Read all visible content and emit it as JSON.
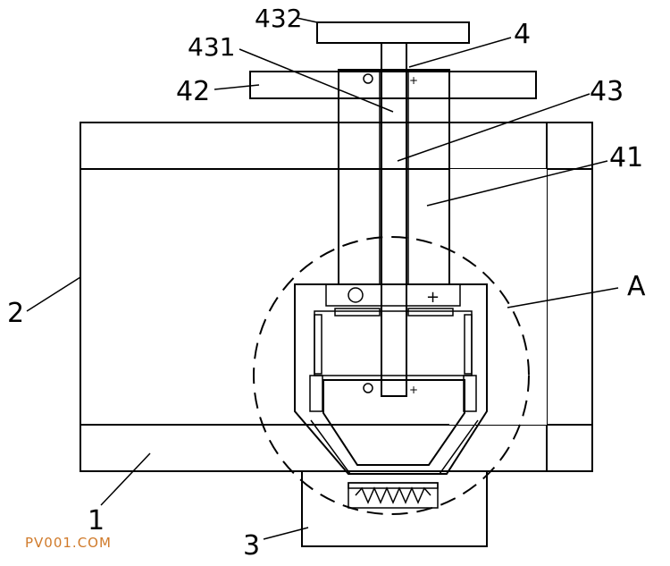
{
  "labels": {
    "l432": "432",
    "l4": "4",
    "l431": "431",
    "l42": "42",
    "l43": "43",
    "l41": "41",
    "l2": "2",
    "lA": "A",
    "l1": "1",
    "l3": "3"
  },
  "watermark": "PV001.COM"
}
